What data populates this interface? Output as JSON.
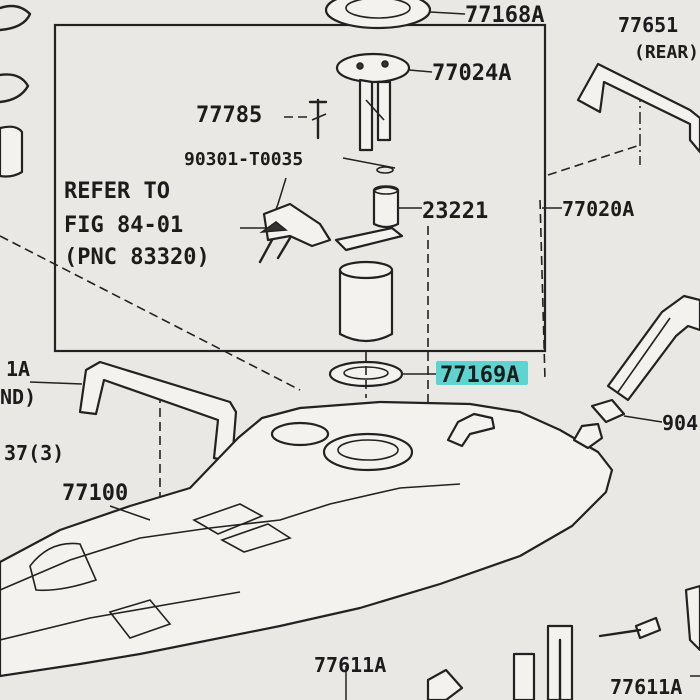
{
  "labels": {
    "p77168A": "77168A",
    "p77651": "77651",
    "rear": "(REAR)",
    "p77024A": "77024A",
    "p77785": "77785",
    "p90301": "90301-T0035",
    "refer_line1": "REFER TO",
    "refer_line2": "FIG 84-01",
    "refer_line3": "(PNC 83320)",
    "p23221": "23221",
    "p77020A": "77020A",
    "p77169A": "77169A",
    "left_1A": "1A",
    "left_nd": "ND)",
    "left_37": "37(3)",
    "p77100": "77100",
    "right_904": "904",
    "p77611A_bottom": "77611A",
    "p77611A_right": "77611A"
  },
  "colors": {
    "background": "#e9e8e4",
    "line": "#222222",
    "highlight": "#5fd3cf"
  }
}
